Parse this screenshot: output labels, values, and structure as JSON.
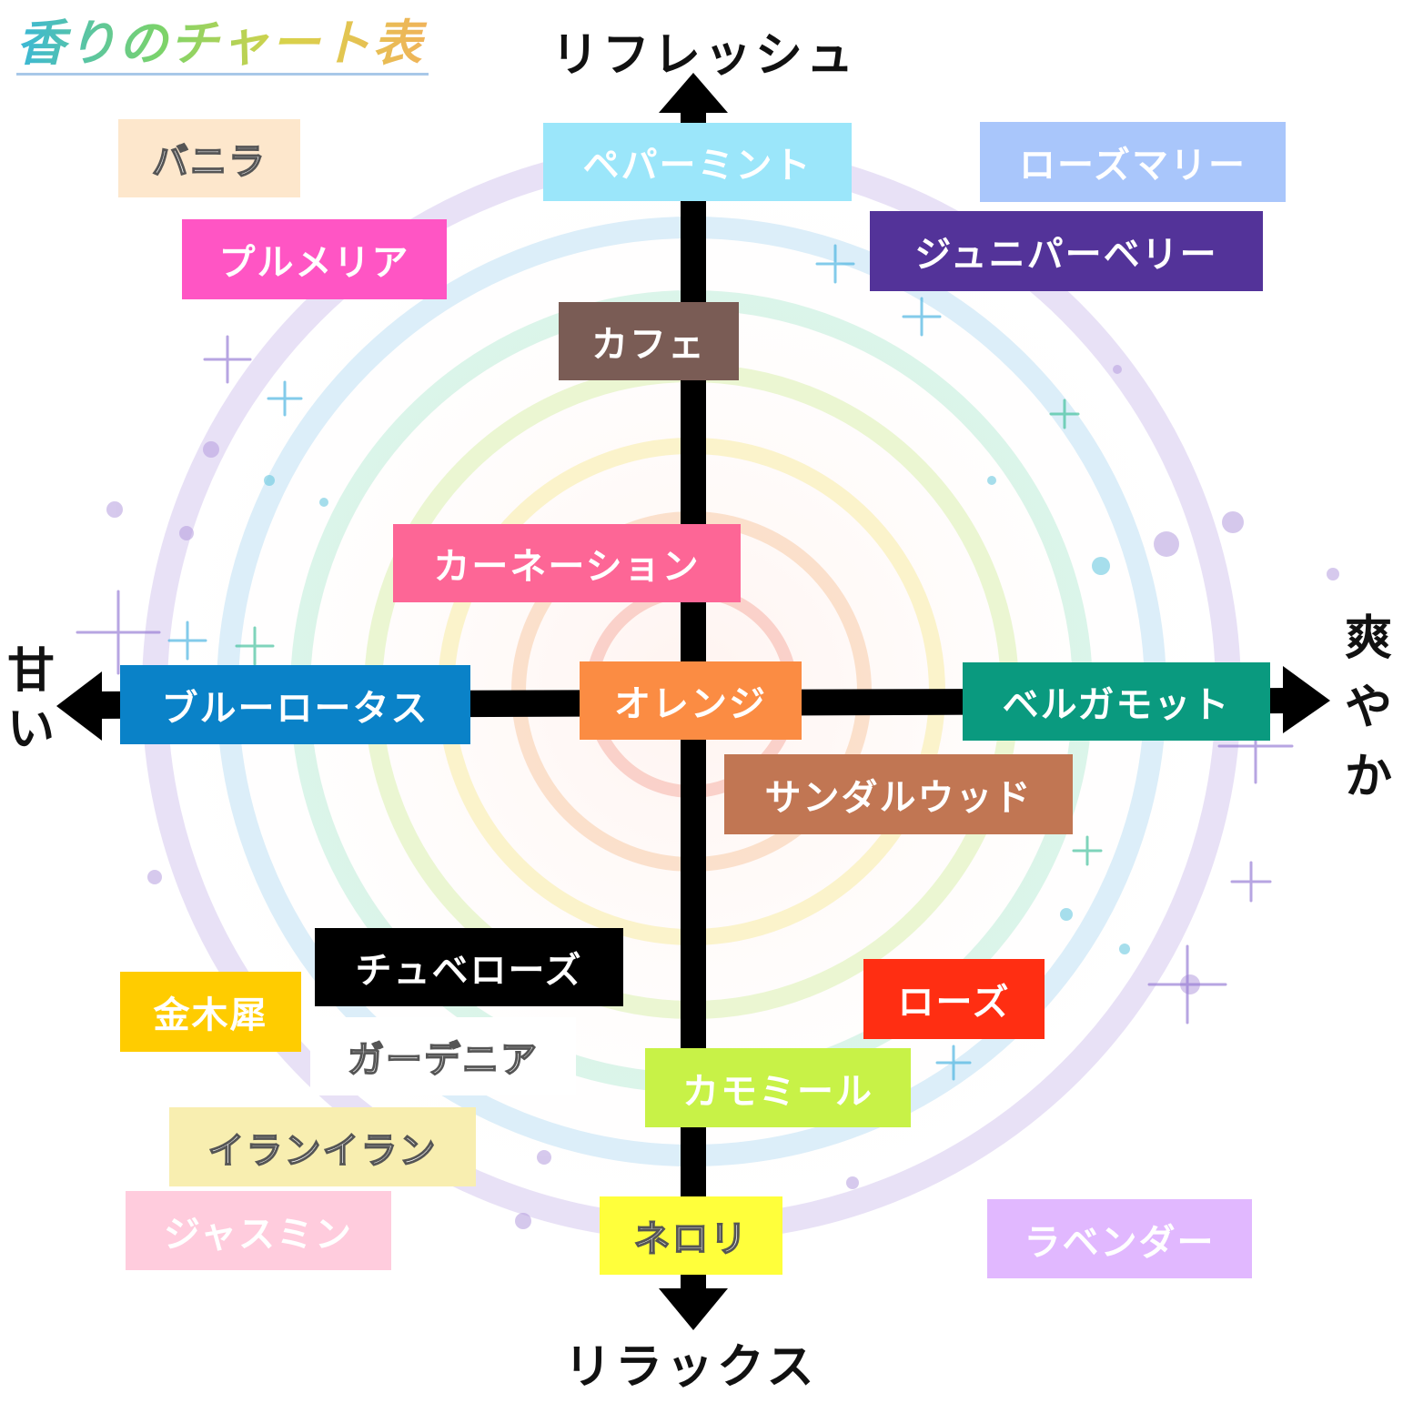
{
  "title": "香りのチャート表",
  "axes": {
    "top": "リフレッシュ",
    "bottom": "リラックス",
    "left": "甘い",
    "right": "爽やか"
  },
  "items": [
    {
      "id": "vanilla",
      "label": "バニラ",
      "bg": "#fde7cc",
      "outlined": true
    },
    {
      "id": "plumeria",
      "label": "プルメリア",
      "bg": "#ff55c4",
      "outlined": false
    },
    {
      "id": "peppermint",
      "label": "ペパーミント",
      "bg": "#9be6fa",
      "outlined": false
    },
    {
      "id": "rosemary",
      "label": "ローズマリー",
      "bg": "#a9c6fb",
      "outlined": false
    },
    {
      "id": "juniper",
      "label": "ジュニパーベリー",
      "bg": "#533399",
      "outlined": false
    },
    {
      "id": "cafe",
      "label": "カフェ",
      "bg": "#7a5c55",
      "outlined": false
    },
    {
      "id": "carnation",
      "label": "カーネーション",
      "bg": "#fd6696",
      "outlined": false
    },
    {
      "id": "bluelotus",
      "label": "ブルーロータス",
      "bg": "#0a82c8",
      "outlined": false
    },
    {
      "id": "orange",
      "label": "オレンジ",
      "bg": "#fb8c43",
      "outlined": false
    },
    {
      "id": "bergamot",
      "label": "ベルガモット",
      "bg": "#0a9a7f",
      "outlined": false
    },
    {
      "id": "sandalwood",
      "label": "サンダルウッド",
      "bg": "#c17653",
      "outlined": false
    },
    {
      "id": "tuberose",
      "label": "チュベローズ",
      "bg": "#000000",
      "outlined": false
    },
    {
      "id": "kinmokusei",
      "label": "金木犀",
      "bg": "#ffcc00",
      "outlined": false
    },
    {
      "id": "gardenia",
      "label": "ガーデニア",
      "bg": "#ffffff",
      "outlined": true
    },
    {
      "id": "rose",
      "label": "ローズ",
      "bg": "#ff2e12",
      "outlined": false
    },
    {
      "id": "chamomile",
      "label": "カモミール",
      "bg": "#c8f247",
      "outlined": false
    },
    {
      "id": "ylangylang",
      "label": "イランイラン",
      "bg": "#f8eeb0",
      "outlined": true
    },
    {
      "id": "jasmine",
      "label": "ジャスミン",
      "bg": "#ffccdd",
      "outlined": false
    },
    {
      "id": "neroli",
      "label": "ネロリ",
      "bg": "#ffff3b",
      "outlined": true
    },
    {
      "id": "lavender",
      "label": "ラベンダー",
      "bg": "#e1b8ff",
      "outlined": false
    }
  ]
}
